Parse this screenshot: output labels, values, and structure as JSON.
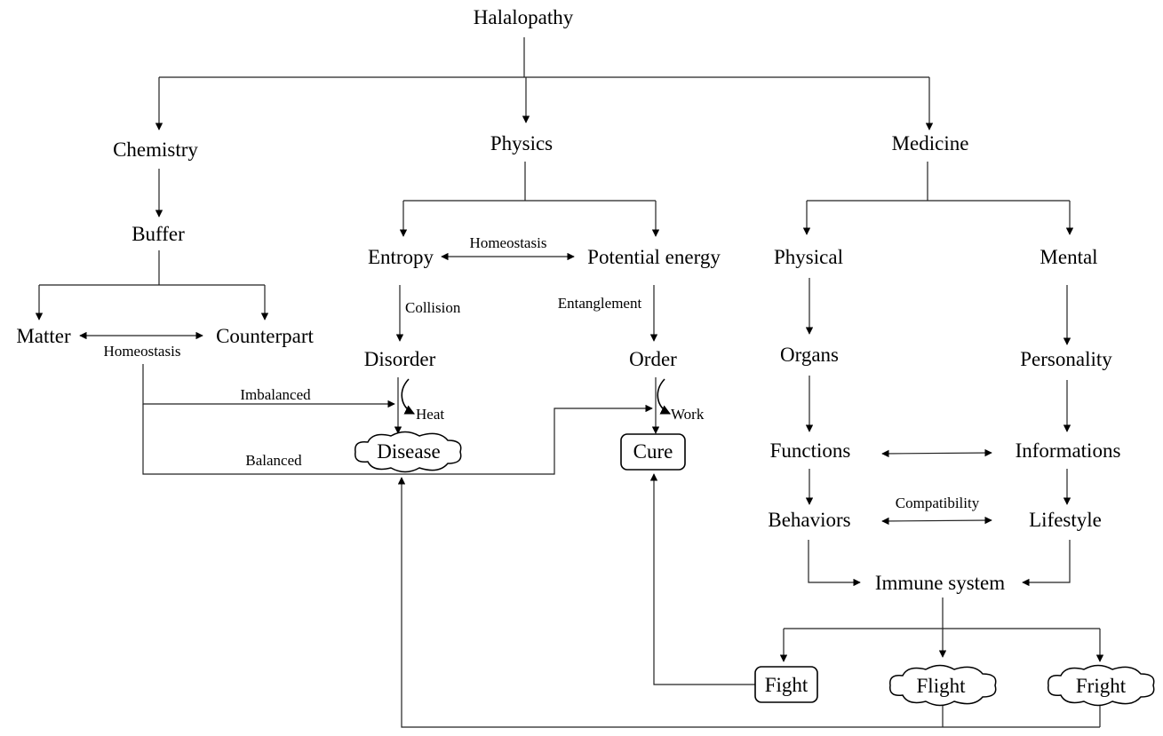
{
  "title": "Halalopathy",
  "nodes": {
    "chemistry": "Chemistry",
    "physics": "Physics",
    "medicine": "Medicine",
    "buffer": "Buffer",
    "matter": "Matter",
    "counterpart": "Counterpart",
    "entropy": "Entropy",
    "potential_energy": "Potential energy",
    "disorder": "Disorder",
    "order": "Order",
    "disease": "Disease",
    "cure": "Cure",
    "physical": "Physical",
    "mental": "Mental",
    "organs": "Organs",
    "personality": "Personality",
    "functions": "Functions",
    "informations": "Informations",
    "behaviors": "Behaviors",
    "lifestyle": "Lifestyle",
    "immune_system": "Immune system",
    "fight": "Fight",
    "flight": "Flight",
    "fright": "Fright"
  },
  "edge_labels": {
    "homeostasis_chem": "Homeostasis",
    "homeostasis_phys": "Homeostasis",
    "collision": "Collision",
    "entanglement": "Entanglement",
    "imbalanced": "Imbalanced",
    "balanced": "Balanced",
    "heat": "Heat",
    "work": "Work",
    "compatibility": "Compatibility"
  }
}
